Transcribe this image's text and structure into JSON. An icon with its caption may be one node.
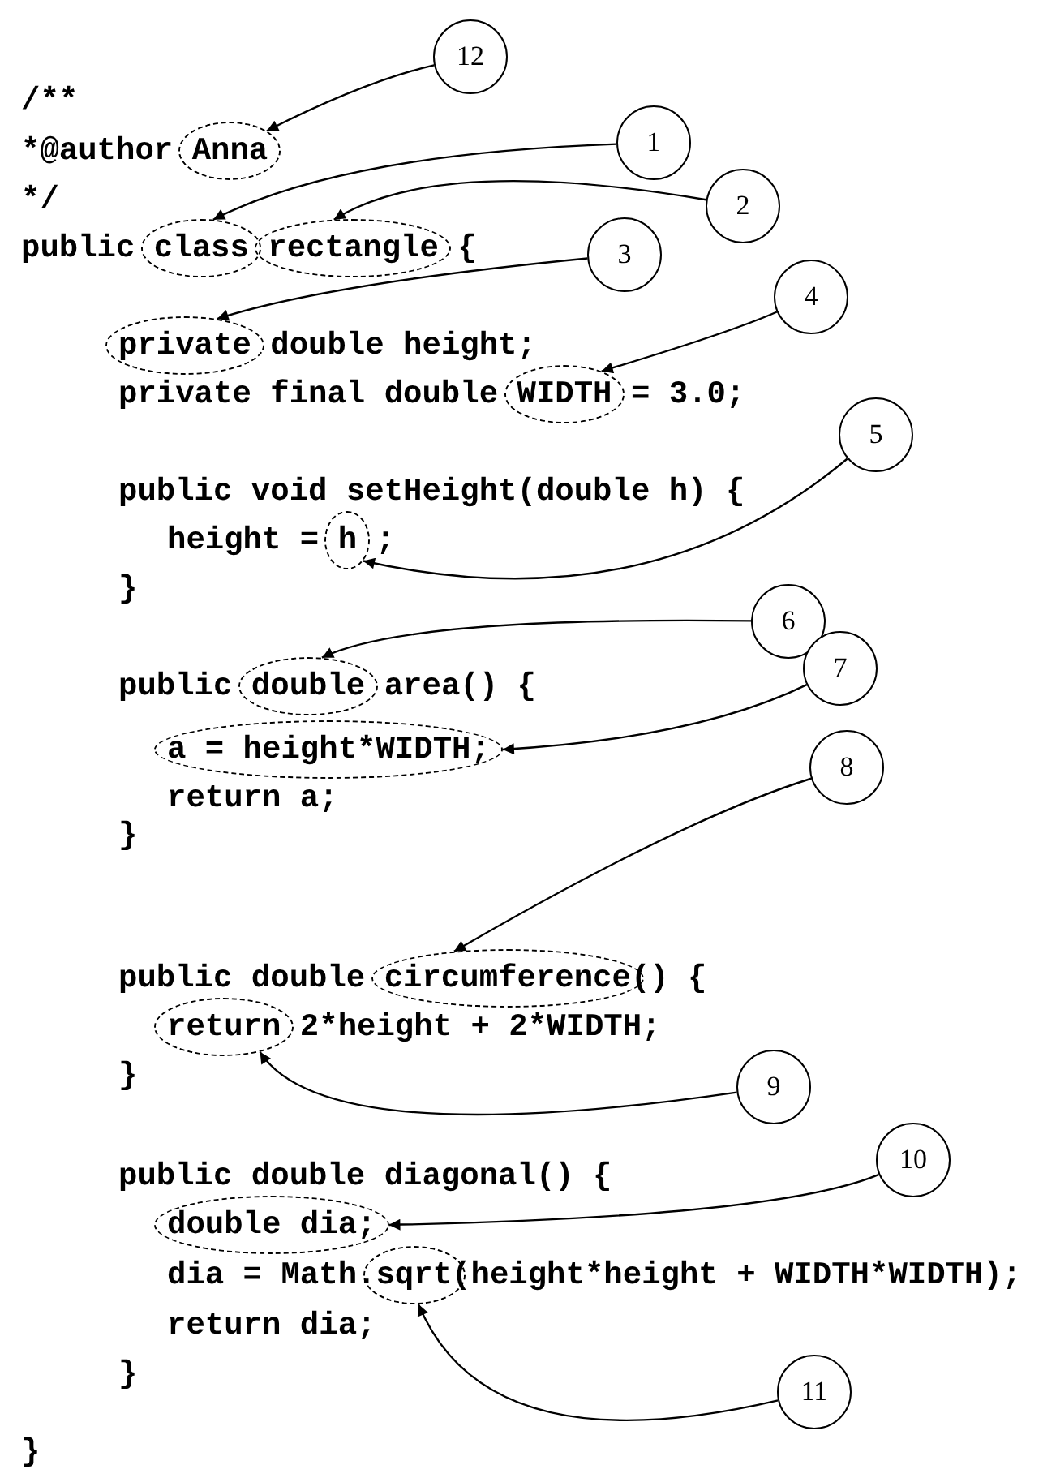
{
  "diagram": {
    "nodes": [
      {
        "text": [
          "12"
        ]
      },
      {
        "text": [
          "Anna"
        ]
      },
      {
        "text": [
          "1"
        ]
      },
      {
        "text": [
          "2"
        ]
      },
      {
        "text": [
          "class"
        ]
      },
      {
        "text": [
          "rectangle"
        ]
      },
      {
        "text": [
          "3"
        ]
      },
      {
        "text": [
          "4"
        ]
      },
      {
        "text": [
          "private"
        ]
      },
      {
        "text": [
          "WIDTH"
        ]
      },
      {
        "text": [
          "5"
        ]
      },
      {
        "text": [
          "h"
        ]
      },
      {
        "text": [
          "6"
        ]
      },
      {
        "text": [
          "7"
        ]
      },
      {
        "text": [
          "double"
        ]
      },
      {
        "text": [
          "a = height*WIDTH;"
        ]
      },
      {
        "text": [
          "8"
        ]
      },
      {
        "text": [
          "circumference"
        ]
      },
      {
        "text": [
          "return"
        ]
      },
      {
        "text": [
          "9"
        ]
      },
      {
        "text": [
          "10"
        ]
      },
      {
        "text": [
          "double dia;"
        ]
      },
      {
        "text": [
          "sqrt"
        ]
      },
      {
        "text": [
          "11"
        ]
      }
    ],
    "edges": [
      {
        "from": 0,
        "to": 1,
        "arrow": "to"
      },
      {
        "from": 2,
        "to": 4,
        "arrow": "to"
      },
      {
        "from": 3,
        "to": 5,
        "arrow": "to"
      },
      {
        "from": 6,
        "to": 8,
        "arrow": "to"
      },
      {
        "from": 7,
        "to": 9,
        "arrow": "to"
      },
      {
        "from": 10,
        "to": 11,
        "arrow": "to"
      },
      {
        "from": 12,
        "to": 14,
        "arrow": "to"
      },
      {
        "from": 13,
        "to": 15,
        "arrow": "to"
      },
      {
        "from": 16,
        "to": 17,
        "arrow": "to"
      },
      {
        "from": 19,
        "to": 18,
        "arrow": "to"
      },
      {
        "from": 20,
        "to": 21,
        "arrow": "to"
      },
      {
        "from": 23,
        "to": 22,
        "arrow": "to"
      }
    ],
    "labels": [
      "/**",
      "*@author",
      "*/",
      "public",
      "{",
      "double height;",
      "private final double",
      "= 3.0;",
      "public void setHeight(double h) {",
      "height =",
      ";",
      "}",
      "public",
      "area() {",
      "return a;",
      "}",
      "public double",
      "() {",
      "2*height + 2*WIDTH;",
      "}",
      "public double diagonal() {",
      "dia = Math.",
      "(height*height + WIDTH*WIDTH);",
      "return dia;",
      "}",
      "}"
    ]
  }
}
